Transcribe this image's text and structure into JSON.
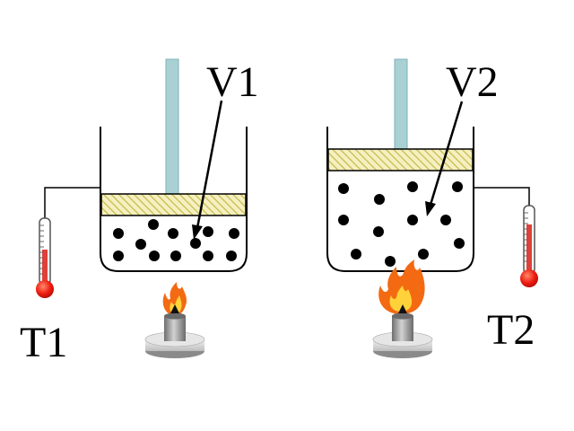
{
  "diagram": {
    "left": {
      "volume_label": "V1",
      "temperature_label": "T1",
      "flame": "small-flame"
    },
    "right": {
      "volume_label": "V2",
      "temperature_label": "T2",
      "flame": "large-flame"
    }
  },
  "colors": {
    "rod": "#a9d1d4",
    "rod_edge": "#7fb1b6",
    "piston_fill": "#f4f0c0",
    "piston_hatch": "#c8b84a",
    "particle": "#000000",
    "mercury": "#e0403a",
    "bulb": "#ee1a10",
    "flame_outer": "#f36a12",
    "flame_inner": "#ffd23a",
    "burner": "#9a9a9a"
  },
  "icons": {
    "thermometer": "thermometer-icon",
    "burner": "burner-icon",
    "flame": "flame-icon",
    "piston": "piston-icon"
  }
}
